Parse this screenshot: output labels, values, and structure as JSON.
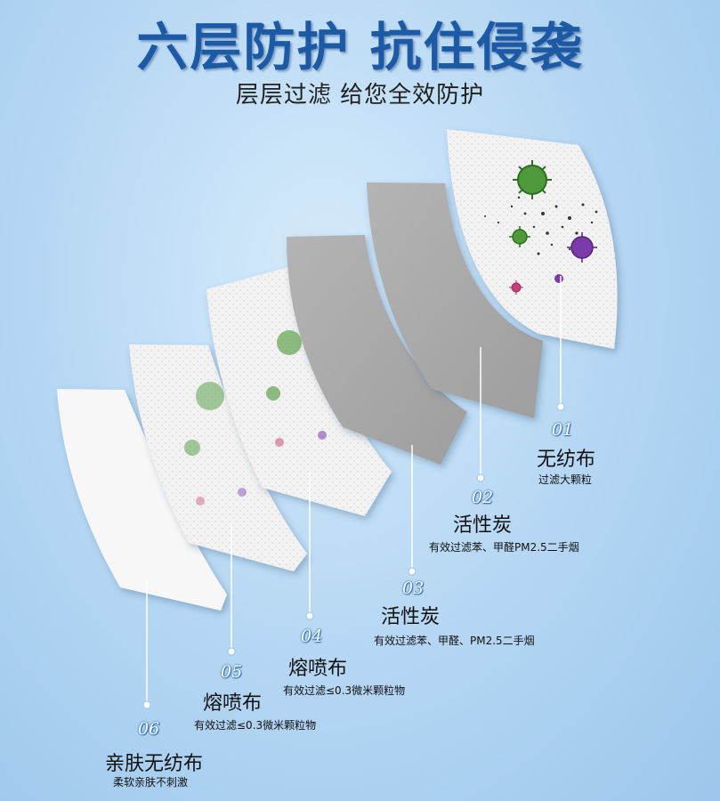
{
  "header": {
    "title": "六层防护 抗住侵袭",
    "subtitle": "层层过滤 给您全效防护"
  },
  "layers": [
    {
      "num": "01",
      "name": "无纺布",
      "desc": "过滤大颗粒"
    },
    {
      "num": "02",
      "name": "活性炭",
      "desc": "有效过滤苯、甲醛PM2.5二手烟"
    },
    {
      "num": "03",
      "name": "活性炭",
      "desc": "有效过滤苯、甲醛、PM2.5二手烟"
    },
    {
      "num": "04",
      "name": "熔喷布",
      "desc": "有效过滤≤0.3微米颗粒物"
    },
    {
      "num": "05",
      "name": "熔喷布",
      "desc": "有效过滤≤0.3微米颗粒物"
    },
    {
      "num": "06",
      "name": "亲肤无纺布",
      "desc": "柔软亲肤不刺激"
    }
  ],
  "colors": {
    "title": "#1d5aa6",
    "white_layer": "#f3f3f3",
    "carbon_layer": "#a9a9a9",
    "virus_green": "#4e9a3a",
    "virus_purple": "#7a3aa8",
    "virus_pink": "#c4407a"
  },
  "icons": [
    "virus-icon",
    "bacteria-icon",
    "dust-particles-icon"
  ]
}
